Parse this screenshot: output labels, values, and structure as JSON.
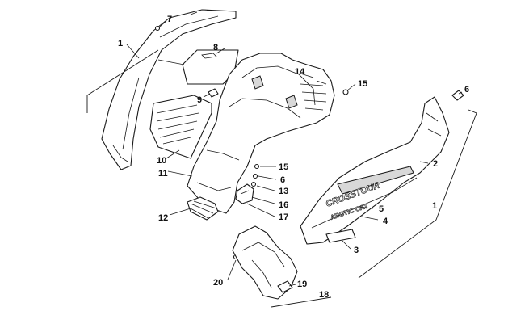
{
  "callouts": {
    "c1_left": "1",
    "c1_right": "1",
    "c2": "2",
    "c3": "3",
    "c4": "4",
    "c5": "5",
    "c6_top": "6",
    "c6_mid": "6",
    "c7": "7",
    "c8": "8",
    "c9": "9",
    "c10": "10",
    "c11": "11",
    "c12": "12",
    "c13": "13",
    "c14": "14",
    "c15_top": "15",
    "c15_mid": "15",
    "c16": "16",
    "c17": "17",
    "c18": "18",
    "c19": "19",
    "c20": "20"
  },
  "decals": {
    "model_name": "CROSSTOUR",
    "brand_name": "ARCTIC CAT"
  }
}
